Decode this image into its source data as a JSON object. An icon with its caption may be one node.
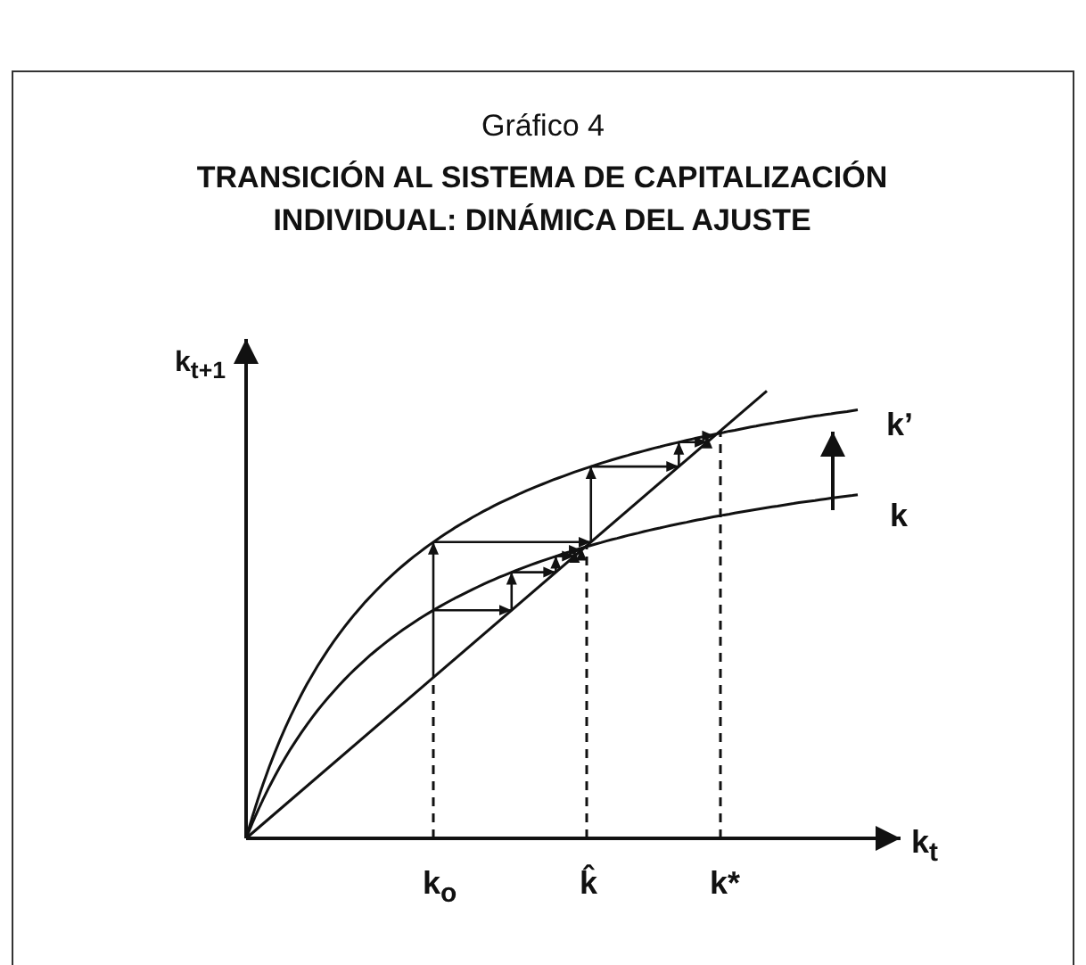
{
  "diagram": {
    "title": "TRANSICIÓN AL SISTEMA DE CAPITALIZACIÓN INDIVIDUAL: DINÁMICA DEL AJUSTE",
    "labels": [
      "Gráfico 4",
      "k$_{t+1}$",
      "k’",
      "k",
      "k$_{t}$",
      "k$_{o}$",
      "k̂",
      "k*"
    ]
  }
}
